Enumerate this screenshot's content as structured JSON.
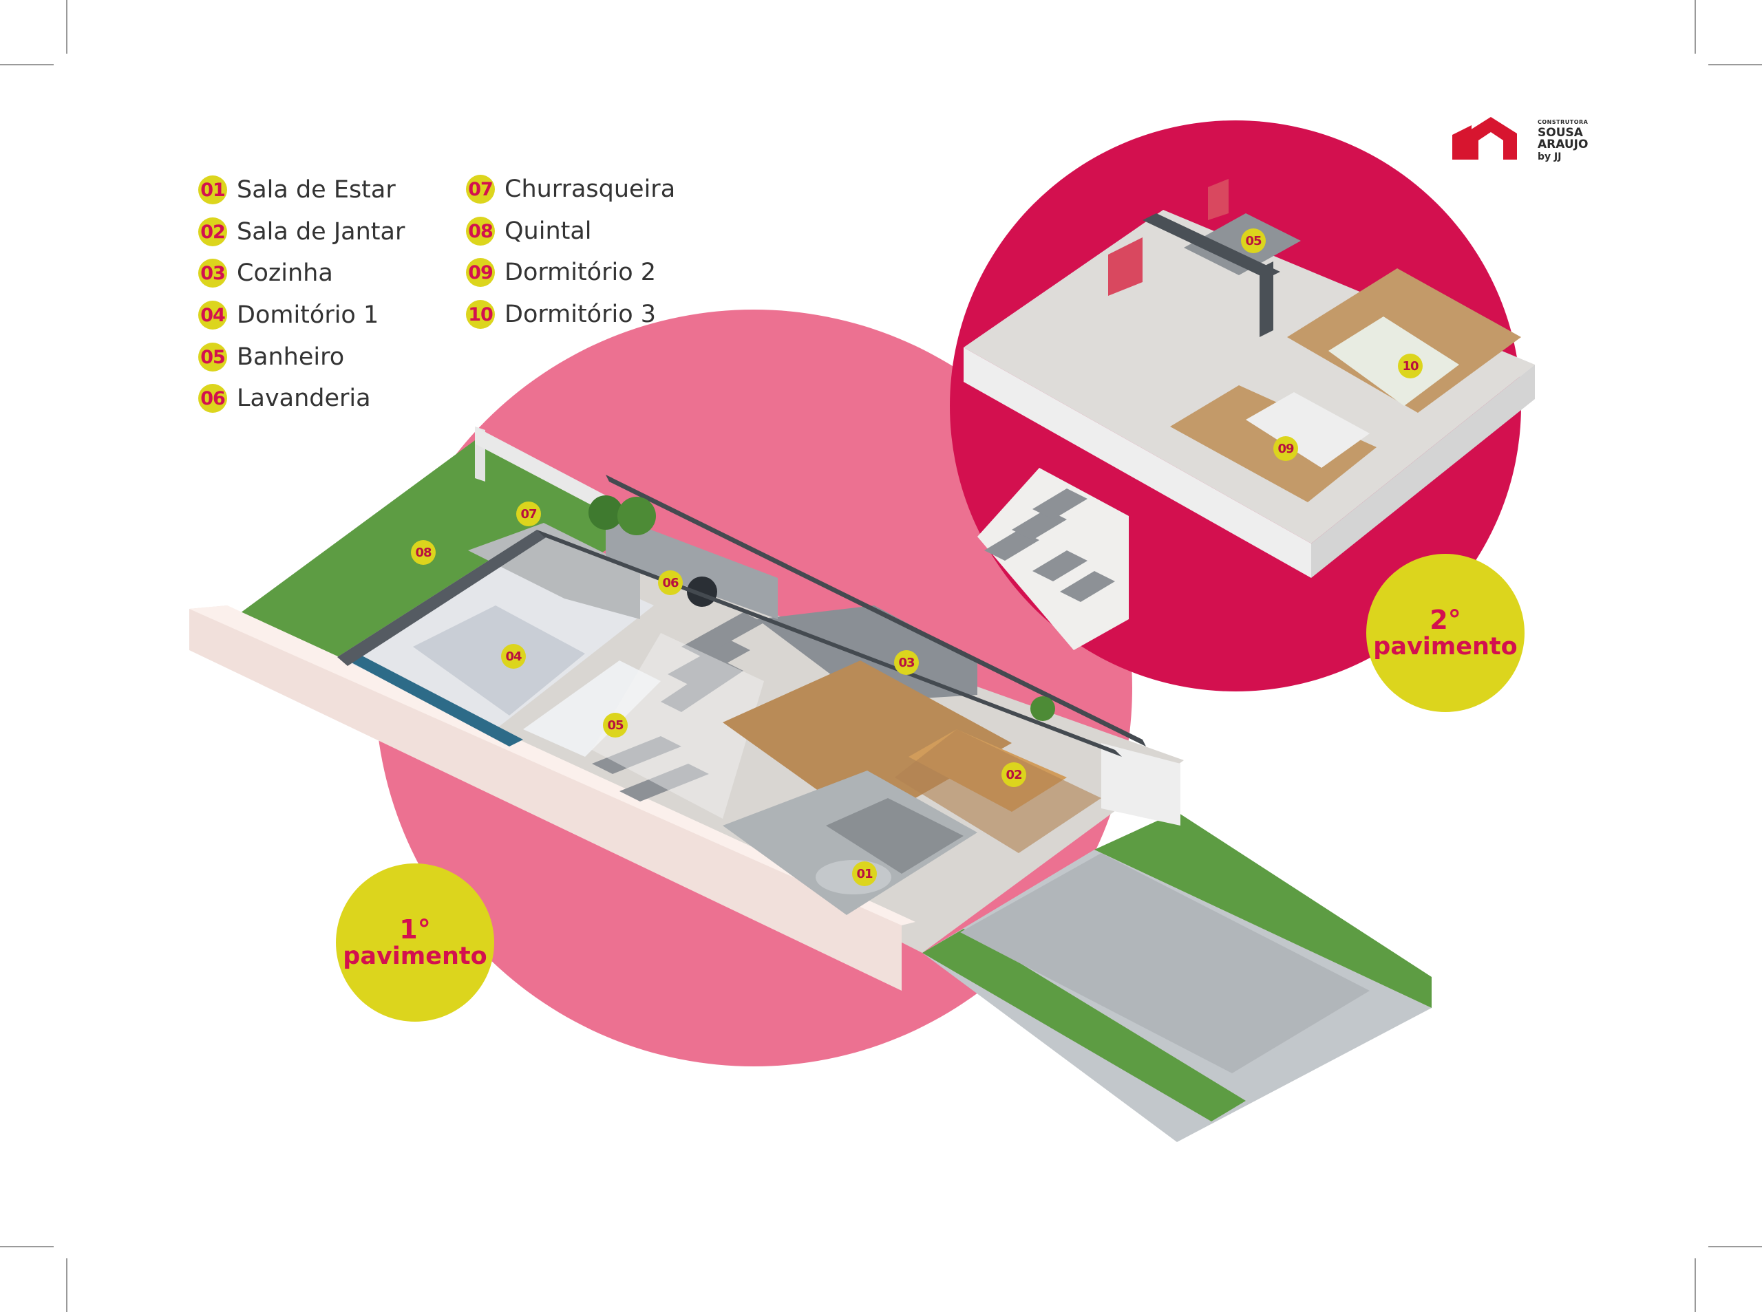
{
  "brand": {
    "small": "CONSTRUTORA",
    "name": "SOUSA ARAUJO",
    "by": "by JJ",
    "color": "#d7152f"
  },
  "colors": {
    "accent_magenta": "#d3104f",
    "accent_pink": "#ec7191",
    "badge_yellow": "#dcd51d",
    "grass": "#5d9c43"
  },
  "legend": {
    "items": [
      {
        "num": "01",
        "label": "Sala de Estar"
      },
      {
        "num": "02",
        "label": "Sala de Jantar"
      },
      {
        "num": "03",
        "label": "Cozinha"
      },
      {
        "num": "04",
        "label": "Domitório 1"
      },
      {
        "num": "05",
        "label": "Banheiro"
      },
      {
        "num": "06",
        "label": "Lavanderia"
      },
      {
        "num": "07",
        "label": "Churrasqueira"
      },
      {
        "num": "08",
        "label": "Quintal"
      },
      {
        "num": "09",
        "label": "Dormitório 2"
      },
      {
        "num": "10",
        "label": "Dormitório 3"
      }
    ]
  },
  "floors": {
    "first": {
      "num": "1°",
      "word": "pavimento"
    },
    "second": {
      "num": "2°",
      "word": "pavimento"
    }
  },
  "room_tags": {
    "t01": "01",
    "t02": "02",
    "t03": "03",
    "t04": "04",
    "t05": "05",
    "t06": "06",
    "t07": "07",
    "t08": "08",
    "t05b": "05",
    "t09": "09",
    "t10": "10"
  }
}
